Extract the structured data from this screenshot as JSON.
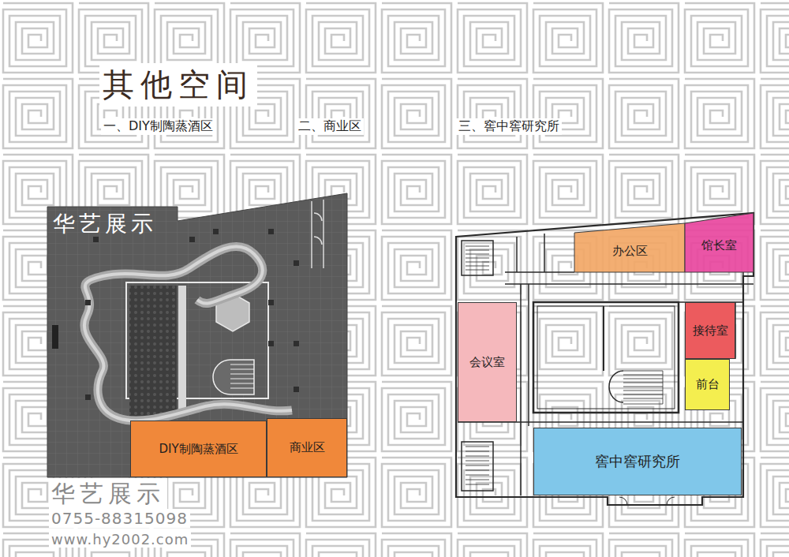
{
  "diagram": {
    "title": "其他空间",
    "nodes": [
      {
        "text": [
          "办公区"
        ]
      },
      {
        "text": [
          "馆长室"
        ]
      },
      {
        "text": [
          "会议室"
        ]
      },
      {
        "text": [
          "接待室"
        ]
      },
      {
        "text": [
          "前台"
        ]
      },
      {
        "text": [
          "DIY制陶蒸酒区"
        ]
      },
      {
        "text": [
          "商业区"
        ]
      },
      {
        "text": [
          "窖中窖研究所"
        ]
      }
    ],
    "labels": [
      "一、DIY制陶蒸酒区",
      "二、商业区",
      "三、窖中窖研究所",
      "华艺展示",
      "华艺展示",
      "0755-88315098",
      "www.hy2002.com"
    ]
  }
}
